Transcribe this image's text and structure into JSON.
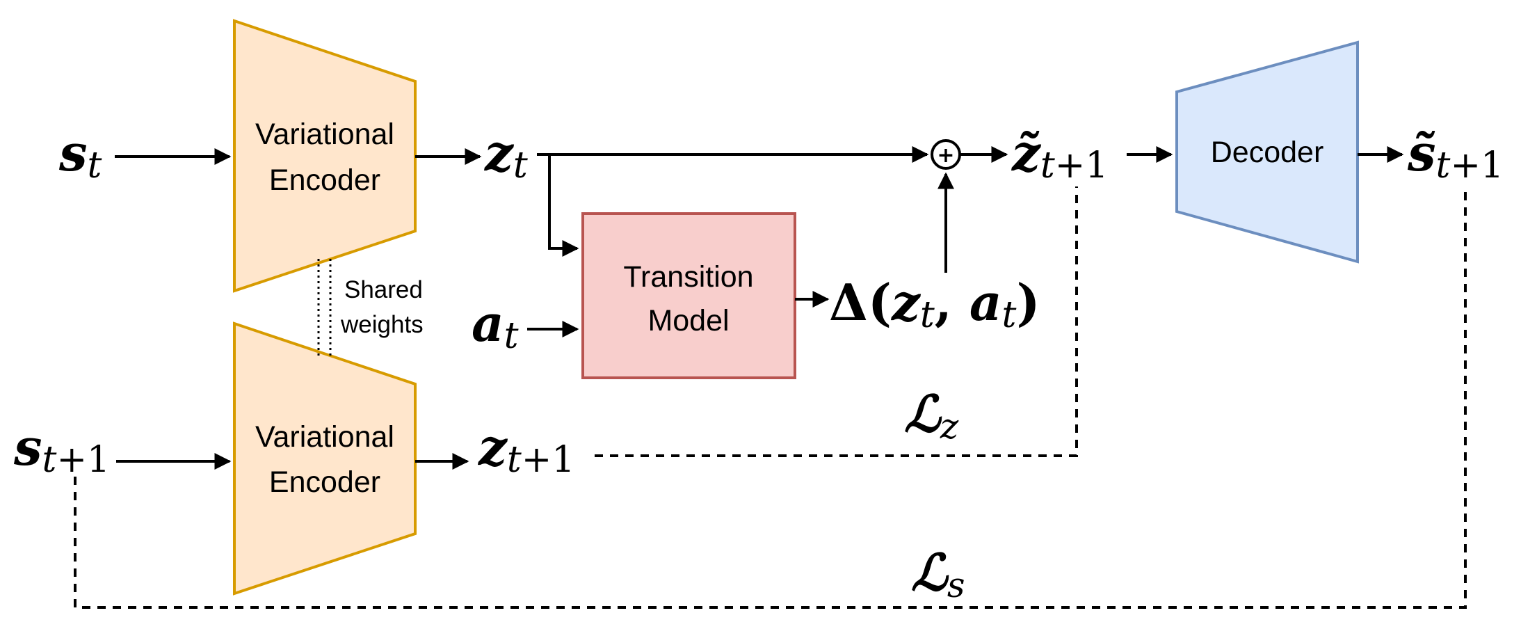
{
  "blocks": {
    "encoder_top": {
      "line1": "Variational",
      "line2": "Encoder"
    },
    "encoder_bottom": {
      "line1": "Variational",
      "line2": "Encoder"
    },
    "transition": {
      "line1": "Transition",
      "line2": "Model"
    },
    "decoder": {
      "label": "Decoder"
    }
  },
  "annotations": {
    "shared_line1": "Shared",
    "shared_line2": "weights"
  },
  "math": {
    "s_t": {
      "base": "s",
      "sub": "t"
    },
    "s_t1": {
      "base": "s",
      "sub": "t",
      "sub2": "+1"
    },
    "z_t": {
      "base": "z",
      "sub": "t"
    },
    "z_t1": {
      "base": "z",
      "sub": "t",
      "sub2": "+1"
    },
    "a_t": {
      "base": "a",
      "sub": "t"
    },
    "z_tilde_t1": {
      "base": "z̃",
      "sub": "t",
      "sub2": "+1"
    },
    "s_tilde_t1": {
      "base": "s̃",
      "sub": "t",
      "sub2": "+1"
    },
    "delta": {
      "prefix": "Δ(",
      "z": "z",
      "a": "a",
      "sub": "t",
      "comma": ", ",
      "close": ")"
    },
    "loss_z": {
      "base": "ℒ",
      "sub": "z"
    },
    "loss_s": {
      "base": "ℒ",
      "sub": "s"
    }
  },
  "operators": {
    "sum": "+"
  },
  "colors": {
    "encoder_fill": "#ffe6cc",
    "encoder_stroke": "#d79b00",
    "transition_fill": "#f8cecc",
    "transition_stroke": "#b85450",
    "decoder_fill": "#dae8fc",
    "decoder_stroke": "#6c8ebf"
  }
}
